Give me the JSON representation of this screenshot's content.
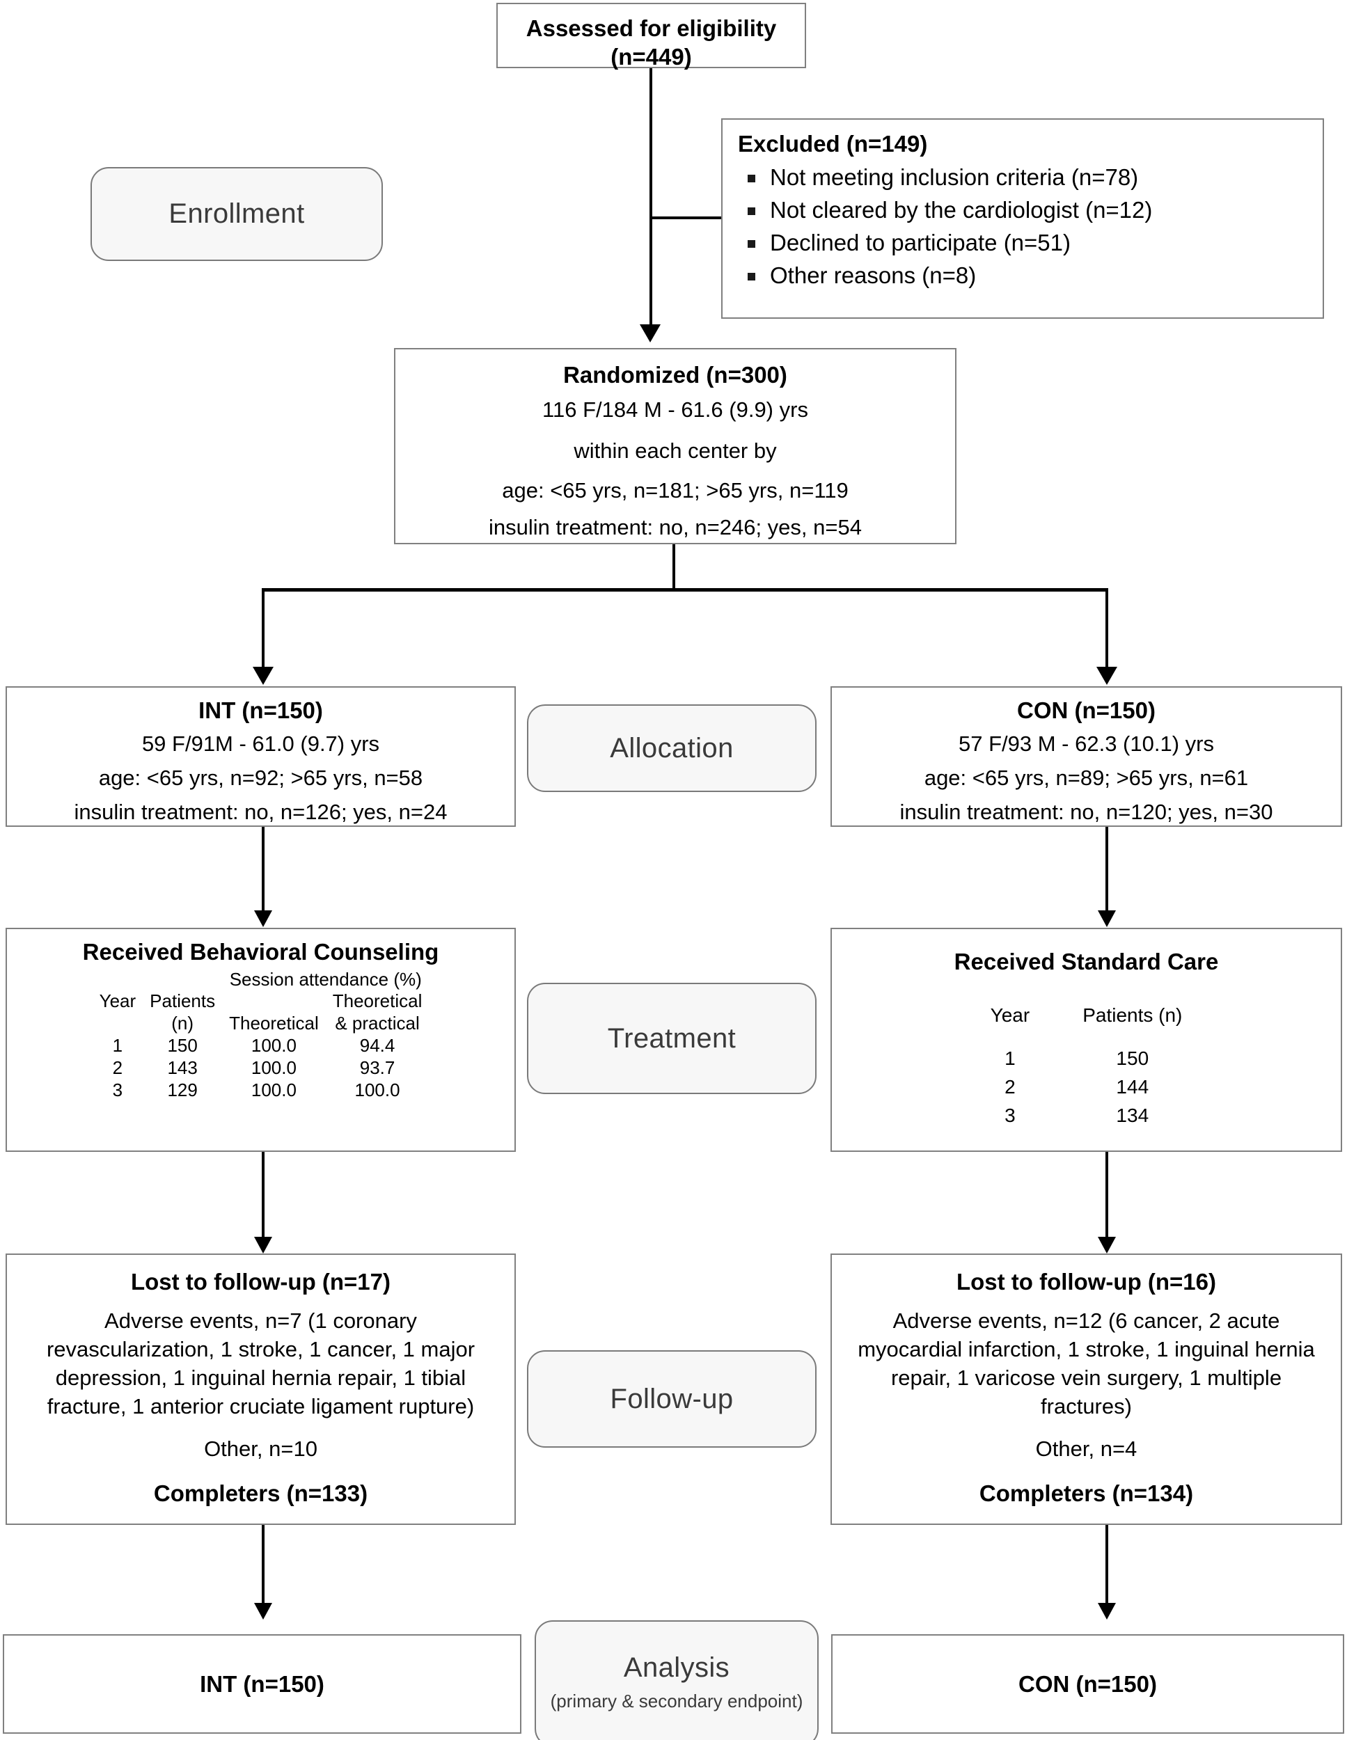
{
  "diagram": {
    "title": "CONSORT participant flow diagram",
    "stages": [
      {
        "id": "enrollment",
        "label": "Enrollment"
      },
      {
        "id": "allocation",
        "label": "Allocation"
      },
      {
        "id": "treatment",
        "label": "Treatment"
      },
      {
        "id": "followup",
        "label": "Follow-up"
      },
      {
        "id": "analysis",
        "label": "Analysis",
        "sub": "(primary & secondary endpoint)"
      }
    ]
  },
  "assessed": {
    "title": "Assessed for eligibility",
    "count": "(n=449)"
  },
  "excluded": {
    "title": "Excluded (n=149)",
    "reasons": [
      "Not meeting inclusion criteria (n=78)",
      "Not cleared by the cardiologist (n=12)",
      "Declined to participate (n=51)",
      "Other reasons (n=8)"
    ]
  },
  "randomized": {
    "title": "Randomized (n=300)",
    "lines": [
      "116 F/184 M - 61.6 (9.9) yrs",
      "within each center by",
      "age:  <65 yrs, n=181; >65 yrs, n=119",
      "insulin treatment: no, n=246; yes, n=54"
    ]
  },
  "allocation": {
    "int": {
      "title": "INT (n=150)",
      "lines": [
        "59 F/91M - 61.0 (9.7) yrs",
        "age: <65 yrs, n=92; >65 yrs, n=58",
        "insulin treatment: no, n=126; yes, n=24"
      ]
    },
    "con": {
      "title": "CON (n=150)",
      "lines": [
        "57 F/93 M - 62.3 (10.1) yrs",
        "age: <65 yrs, n=89; >65 yrs, n=61",
        "insulin treatment: no, n=120; yes, n=30"
      ]
    }
  },
  "treatment": {
    "int": {
      "title": "Received Behavioral Counseling",
      "table": {
        "group_header": "Session attendance (%)",
        "headers": [
          "Year",
          "Patients\n(n)",
          "Theoretical",
          "Theoretical\n& practical"
        ],
        "header_year": "Year",
        "header_patients_1": "Patients",
        "header_patients_2": "(n)",
        "header_theoretical": "Theoretical",
        "header_theor_prac_1": "Theoretical",
        "header_theor_prac_2": "& practical",
        "rows": [
          [
            "1",
            "150",
            "100.0",
            "94.4"
          ],
          [
            "2",
            "143",
            "100.0",
            "93.7"
          ],
          [
            "3",
            "129",
            "100.0",
            "100.0"
          ]
        ]
      }
    },
    "con": {
      "title": "Received Standard Care",
      "table": {
        "headers": [
          "Year",
          "Patients (n)"
        ],
        "header_year": "Year",
        "header_patients": "Patients (n)",
        "rows": [
          [
            "1",
            "150"
          ],
          [
            "2",
            "144"
          ],
          [
            "3",
            "134"
          ]
        ]
      }
    }
  },
  "followup": {
    "int": {
      "title": "Lost to follow-up (n=17)",
      "body": "Adverse events, n=7  (1 coronary revascularization, 1 stroke, 1 cancer, 1 major depression, 1 inguinal hernia repair, 1 tibial fracture, 1 anterior cruciate ligament rupture)",
      "other": "Other, n=10",
      "completers": "Completers (n=133)"
    },
    "con": {
      "title": "Lost to follow-up (n=16)",
      "body": "Adverse events, n=12 (6 cancer, 2 acute myocardial infarction, 1 stroke, 1 inguinal hernia repair, 1 varicose vein surgery, 1 multiple fractures)",
      "other": "Other, n=4",
      "completers": "Completers (n=134)"
    }
  },
  "analysis": {
    "int": "INT (n=150)",
    "con": "CON (n=150)"
  },
  "colors": {
    "box_border": "#808080",
    "stage_fill": "#f7f7f7",
    "stage_border": "#7a7a7a",
    "connector": "#000000",
    "text": "#000000"
  }
}
